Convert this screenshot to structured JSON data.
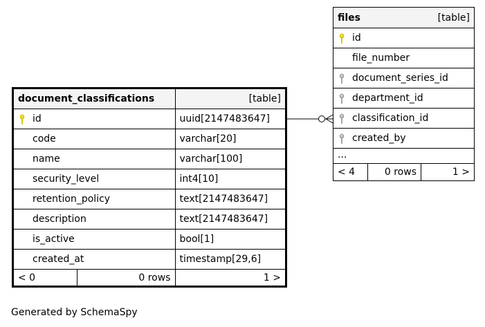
{
  "tables": {
    "classifications": {
      "name": "document_classifications",
      "type_label": "[table]",
      "columns": [
        {
          "name": "id",
          "type": "uuid[2147483647]",
          "key": "primary"
        },
        {
          "name": "code",
          "type": "varchar[20]",
          "key": ""
        },
        {
          "name": "name",
          "type": "varchar[100]",
          "key": ""
        },
        {
          "name": "security_level",
          "type": "int4[10]",
          "key": ""
        },
        {
          "name": "retention_policy",
          "type": "text[2147483647]",
          "key": ""
        },
        {
          "name": "description",
          "type": "text[2147483647]",
          "key": ""
        },
        {
          "name": "is_active",
          "type": "bool[1]",
          "key": ""
        },
        {
          "name": "created_at",
          "type": "timestamp[29,6]",
          "key": ""
        }
      ],
      "footer": {
        "parents": "< 0",
        "rows": "0 rows",
        "children": "1 >"
      }
    },
    "files": {
      "name": "files",
      "type_label": "[table]",
      "columns": [
        {
          "name": "id",
          "key": "primary"
        },
        {
          "name": "file_number",
          "key": ""
        },
        {
          "name": "document_series_id",
          "key": "foreign"
        },
        {
          "name": "department_id",
          "key": "foreign"
        },
        {
          "name": "classification_id",
          "key": "foreign"
        },
        {
          "name": "created_by",
          "key": "foreign"
        }
      ],
      "ellipsis": "...",
      "footer": {
        "parents": "< 4",
        "rows": "0 rows",
        "children": "1 >"
      }
    }
  },
  "relationship": {
    "from": "files.classification_id",
    "to": "document_classifications.id",
    "notation": "zero-or-many to one"
  },
  "colors": {
    "primary_key": "#d9c800",
    "foreign_key": "#a8a8a8",
    "header_bg": "#f4f4f4"
  },
  "footer_text": "Generated by SchemaSpy"
}
